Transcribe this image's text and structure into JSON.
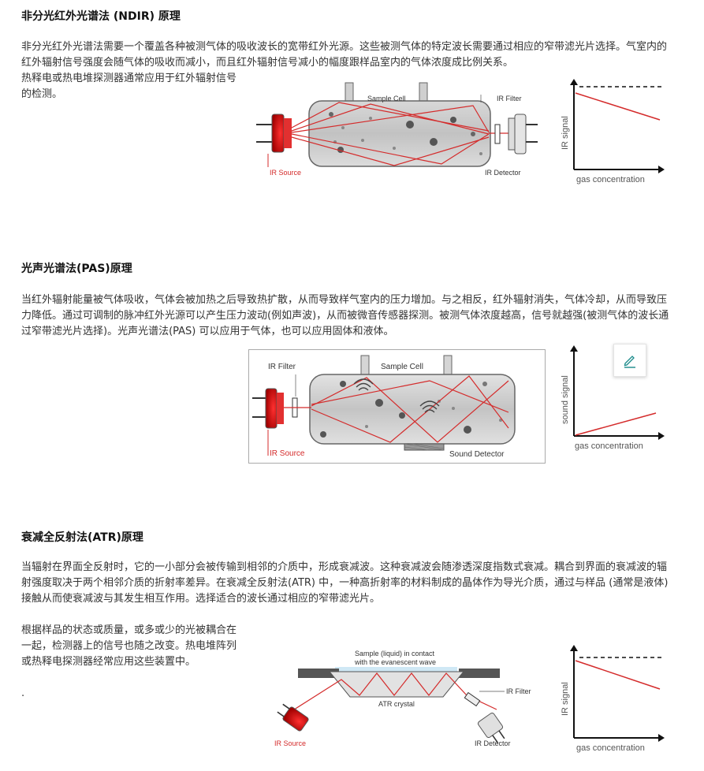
{
  "sections": {
    "ndir": {
      "title": "非分光红外光谱法 (NDIR) 原理",
      "p1": "非分光红外光谱法需要一个覆盖各种被测气体的吸收波长的宽带红外光源。这些被测气体的特定波长需要通过相应的窄带滤光片选择。气室内的红外辐射信号强度会随气体的吸收而减小，而且红外辐射信号减小的幅度跟样品室内的气体浓度成比例关系。",
      "p2": "热释电或热电堆探测器通常应用于红外辐射信号的检测。",
      "diagram": {
        "sample_cell": "Sample Cell",
        "ir_filter": "IR Filter",
        "ir_source": "IR Source",
        "ir_detector": "IR Detector"
      },
      "graph": {
        "ylabel": "IR signal",
        "xlabel": "gas concentration"
      }
    },
    "pas": {
      "title": "光声光谱法(PAS)原理",
      "p1": "当红外辐射能量被气体吸收，气体会被加热之后导致热扩散，从而导致样气室内的压力增加。与之相反，红外辐射消失，气体冷却，从而导致压力降低。通过可调制的脉冲红外光源可以产生压力波动(例如声波)，从而被微音传感器探测。被测气体浓度越高，信号就越强(被测气体的波长通过窄带滤光片选择)。光声光谱法(PAS) 可以应用于气体，也可以应用固体和液体。",
      "diagram": {
        "ir_filter": "IR Filter",
        "sample_cell": "Sample Cell",
        "ir_source": "IR Source",
        "sound_detector": "Sound Detector"
      },
      "graph": {
        "ylabel": "sound signal",
        "xlabel": "gas concentration"
      }
    },
    "atr": {
      "title": "衰减全反射法(ATR)原理",
      "p1": "当辐射在界面全反射时，它的一小部分会被传输到相邻的介质中，形成衰减波。这种衰减波会随渗透深度指数式衰减。耦合到界面的衰减波的辐射强度取决于两个相邻介质的折射率差异。在衰减全反射法(ATR)  中，一种高折射率的材料制成的晶体作为导光介质，通过与样品 (通常是液体) 接触从而使衰减波与其发生相互作用。选择适合的波长通过相应的窄带滤光片。",
      "p2": "根据样品的状态或质量，或多或少的光被耦合在一起，检测器上的信号也随之改变。热电堆阵列或热释电探测器经常应用这些装置中。",
      "p3": ".",
      "diagram": {
        "sample_line1": "Sample (liquid) in contact",
        "sample_line2": "with the evanescent wave",
        "atr_crystal": "ATR crystal",
        "ir_filter": "IR Filter",
        "ir_source": "IR Source",
        "ir_detector": "IR Detector"
      },
      "graph": {
        "ylabel": "IR signal",
        "xlabel": "gas concentration"
      }
    }
  },
  "edit_button": {
    "icon": "pencil-icon"
  },
  "colors": {
    "accent_red": "#d42b2b",
    "cell_gray": "#c8c8c8",
    "teal_underline": "#1a8a8a"
  }
}
